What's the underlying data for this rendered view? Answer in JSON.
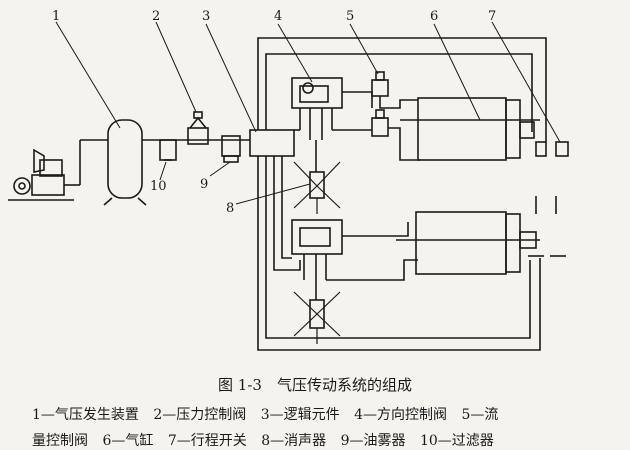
{
  "diagram": {
    "numbers": [
      "1",
      "2",
      "3",
      "4",
      "5",
      "6",
      "7",
      "8",
      "9",
      "10"
    ],
    "caption": "图 1-3　气压传动系统的组成",
    "legend_line1": [
      "1—气压发生装置",
      "2—压力控制阀",
      "3—逻辑元件",
      "4—方向控制阀",
      "5—流"
    ],
    "legend_line2": [
      "量控制阀",
      "6—气缸",
      "7—行程开关",
      "8—消声器",
      "9—油雾器",
      "10—过滤器"
    ]
  }
}
